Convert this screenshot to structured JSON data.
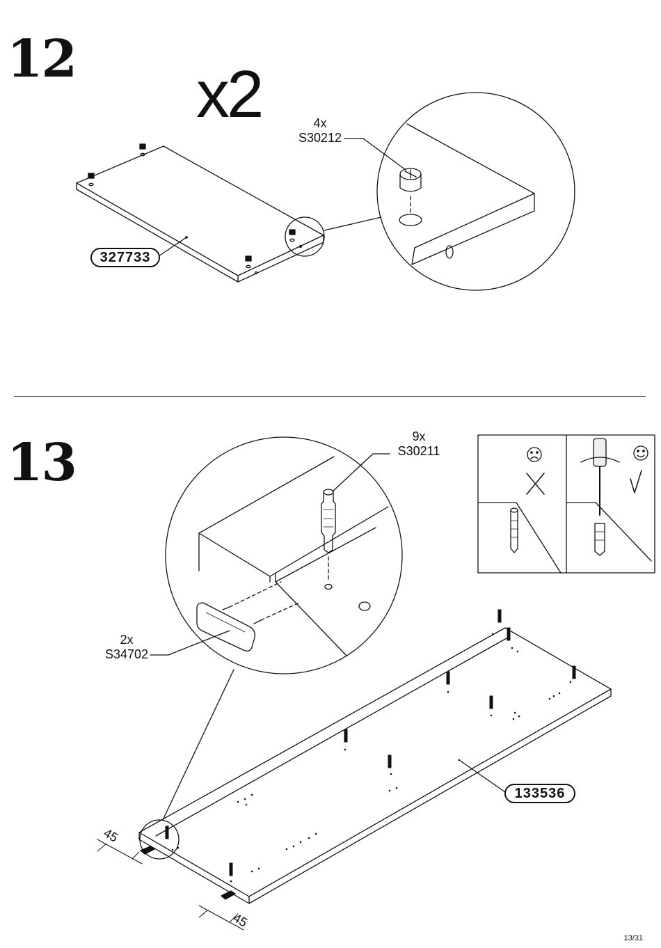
{
  "step12": {
    "number": "12",
    "quantity": "x2",
    "fastener": {
      "count": "4x",
      "code": "S30212"
    },
    "panel_code": "327733"
  },
  "step13": {
    "number": "13",
    "dowel": {
      "count": "9x",
      "code": "S30211"
    },
    "glide": {
      "count": "2x",
      "code": "S34702"
    },
    "panel_code": "133536",
    "dimension_left": "45",
    "dimension_right": "45",
    "wrong_mark": "X",
    "right_mark": "√",
    "sad_icon": "sad-face-icon",
    "happy_icon": "happy-face-icon"
  },
  "footer": {
    "page": "13/31"
  }
}
